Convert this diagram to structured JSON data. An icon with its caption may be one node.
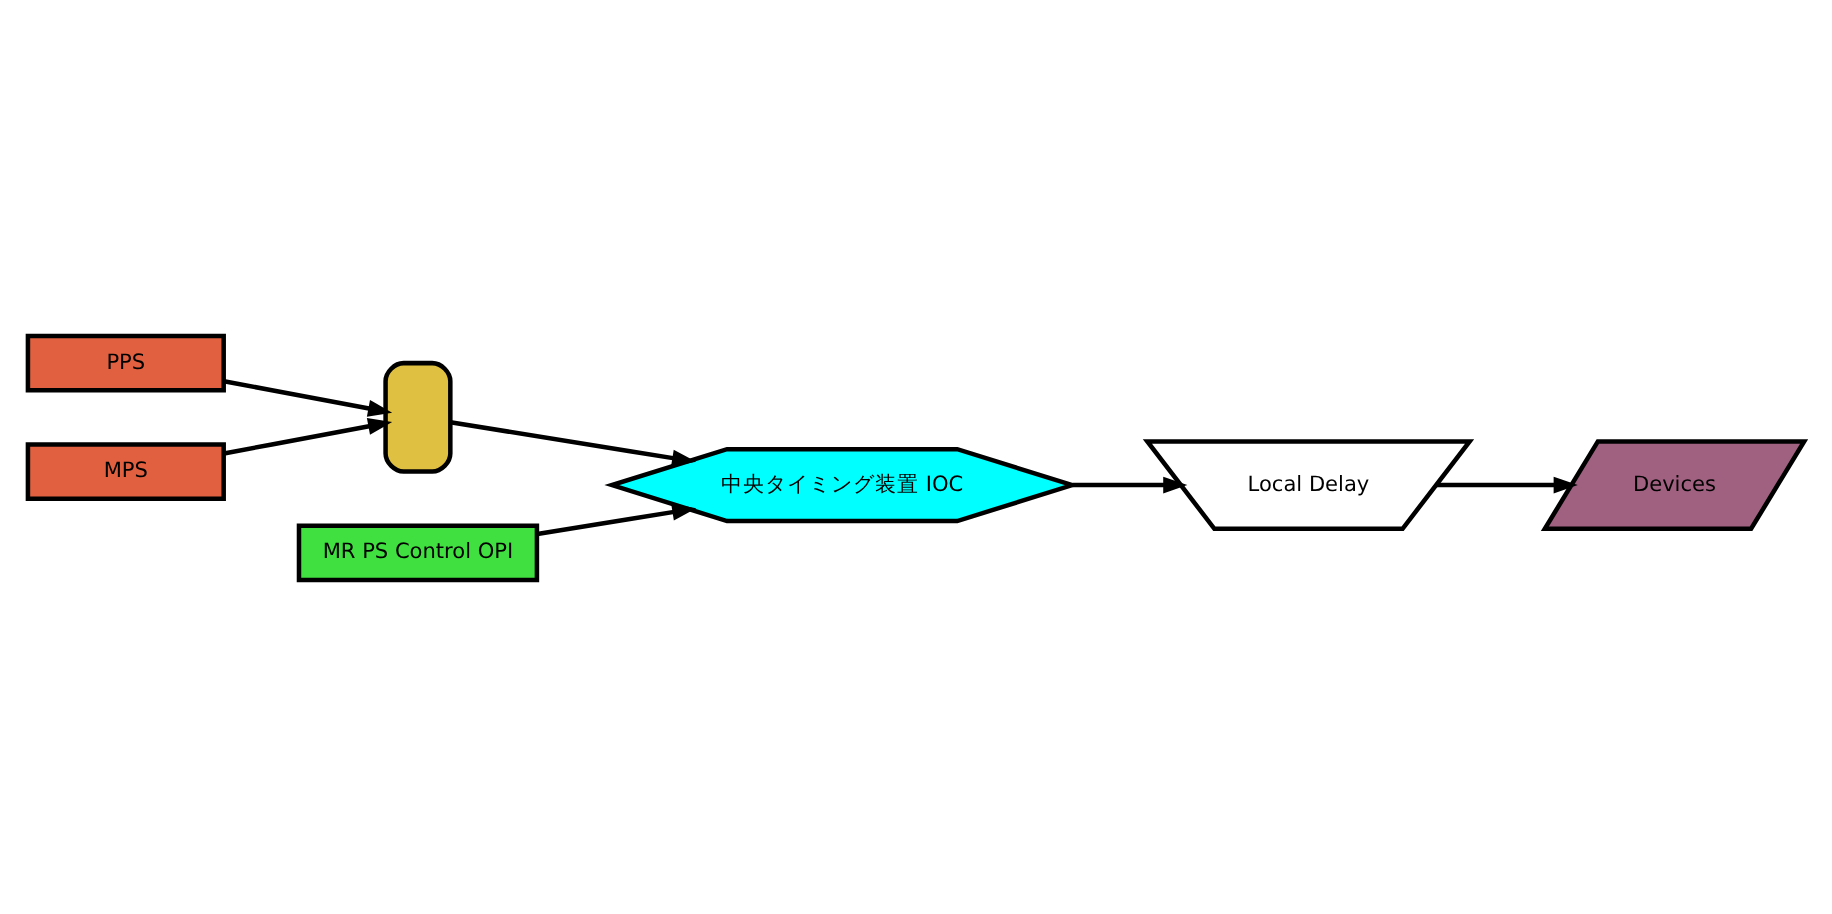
{
  "diagram": {
    "nodes": [
      {
        "text": [
          "PPS"
        ]
      },
      {
        "text": [
          "MPS"
        ]
      },
      {
        "text": [],
        "shape": "gate"
      },
      {
        "text": [
          "中央タイミング装置 IOC"
        ]
      },
      {
        "text": [
          "MR PS Control OPI"
        ]
      },
      {
        "text": [
          "Local Delay"
        ]
      },
      {
        "text": [
          "Devices"
        ]
      }
    ],
    "edges": [
      {
        "from": 0,
        "to": 2,
        "arrow": "to"
      },
      {
        "from": 1,
        "to": 2,
        "arrow": "to"
      },
      {
        "from": 2,
        "to": 3,
        "arrow": "to"
      },
      {
        "from": 4,
        "to": 3,
        "arrow": "to"
      },
      {
        "from": 3,
        "to": 5,
        "arrow": "to"
      },
      {
        "from": 5,
        "to": 6,
        "arrow": "to"
      }
    ]
  }
}
